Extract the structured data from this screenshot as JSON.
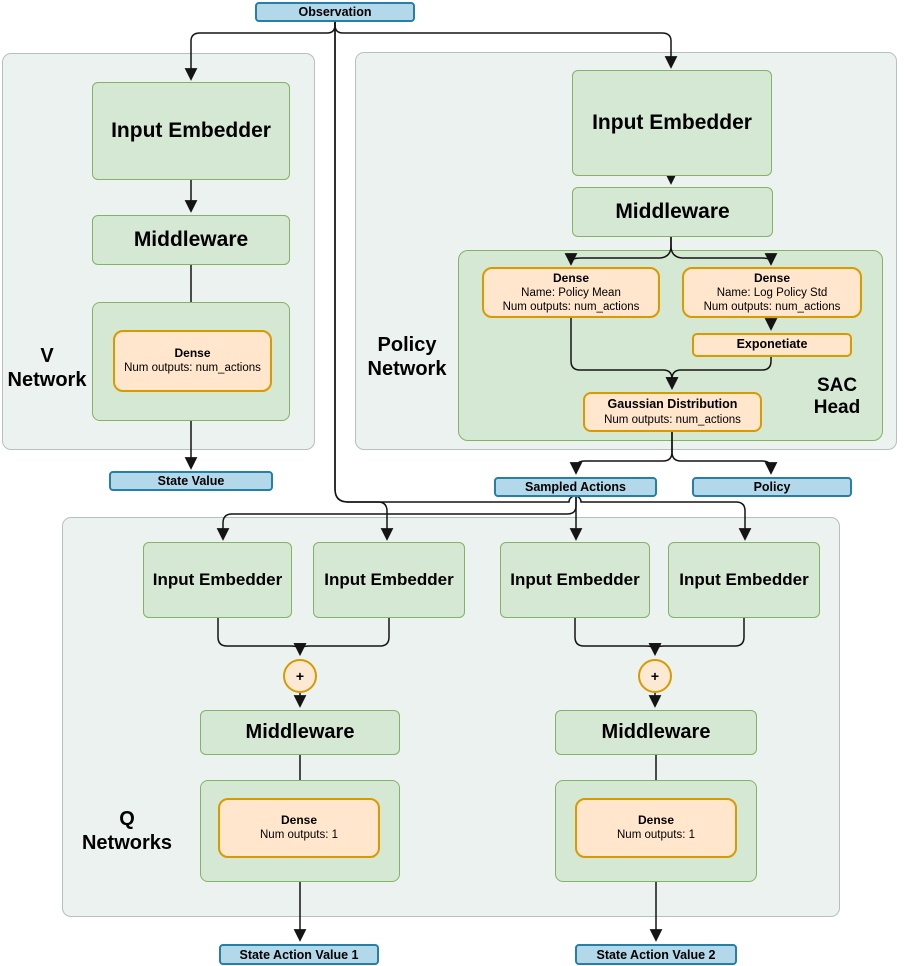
{
  "observation_label": "Observation",
  "v_network": {
    "label_line1": "V",
    "label_line2": "Network",
    "input_embedder": "Input Embedder",
    "middleware": "Middleware",
    "dense": {
      "title": "Dense",
      "detail": "Num outputs: num_actions"
    },
    "output": "State Value"
  },
  "policy_network": {
    "label_line1": "Policy",
    "label_line2": "Network",
    "input_embedder": "Input Embedder",
    "middleware": "Middleware",
    "sac_head": {
      "label_line1": "SAC",
      "label_line2": "Head",
      "dense_mean": {
        "title": "Dense",
        "name": "Name: Policy Mean",
        "outputs": "Num outputs: num_actions"
      },
      "dense_std": {
        "title": "Dense",
        "name": "Name: Log Policy Std",
        "outputs": "Num outputs: num_actions"
      },
      "exponentiate": "Exponetiate",
      "gaussian": {
        "title": "Gaussian Distribution",
        "outputs": "Num outputs: num_actions"
      }
    },
    "output_sampled_actions": "Sampled Actions",
    "output_policy": "Policy"
  },
  "q_networks": {
    "label_line1": "Q",
    "label_line2": "Networks",
    "input_embedder": "Input Embedder",
    "middleware": "Middleware",
    "plus_label": "+",
    "dense": {
      "title": "Dense",
      "detail": "Num outputs: 1"
    },
    "output_q1": "State Action Value 1",
    "output_q2": "State Action Value 2"
  },
  "colors": {
    "green_fill": "#d5e8d4",
    "green_border": "#82b366",
    "orange_fill": "#ffe6cc",
    "orange_border": "#d79b00",
    "blue_fill": "#b2d8e9",
    "blue_border": "#267fa4",
    "container_fill": "#ebf2ef",
    "container_border": "#b7c0bc",
    "edge_color": "#141414"
  }
}
